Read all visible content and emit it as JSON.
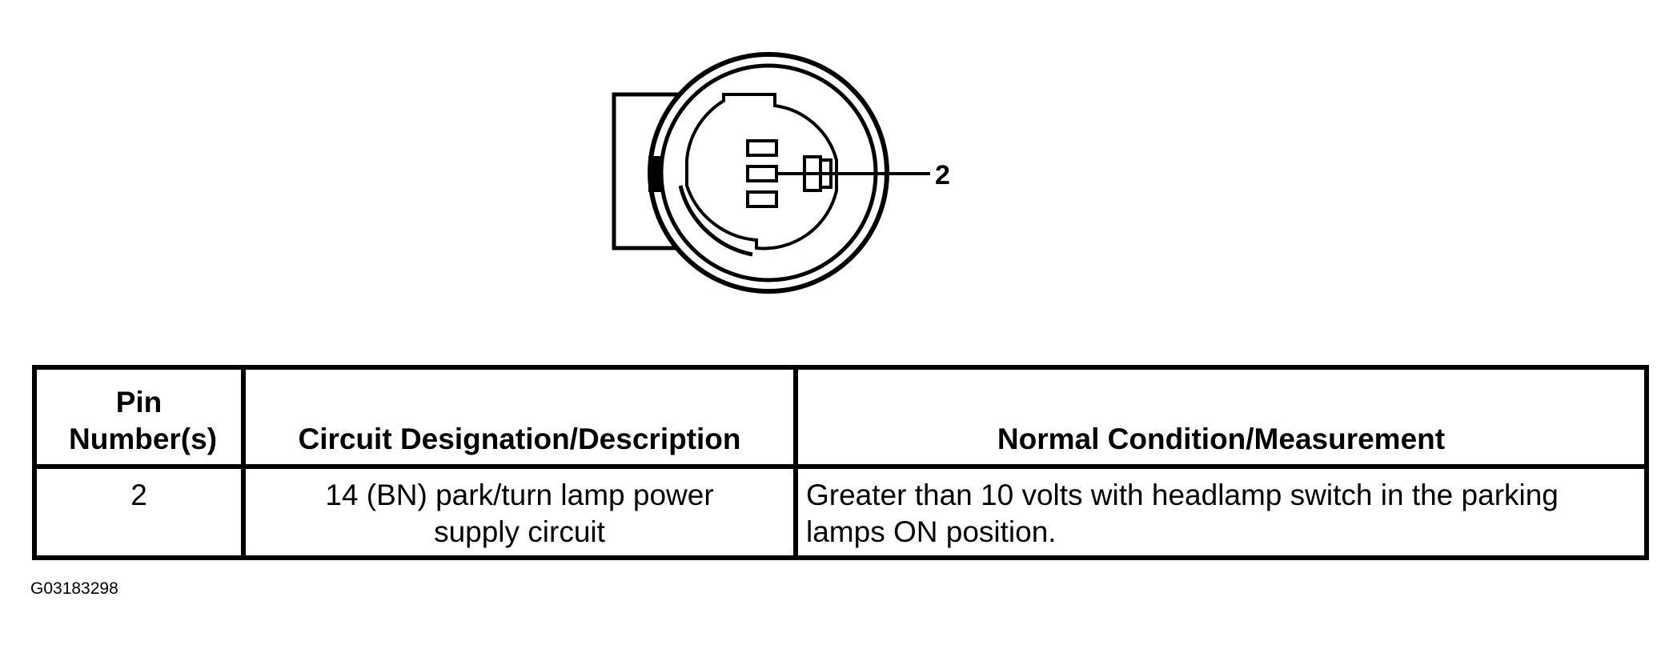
{
  "connector": {
    "callout_label": "2"
  },
  "table": {
    "headers": {
      "pin": "Pin Number(s)",
      "circuit": "Circuit Designation/Description",
      "measurement": "Normal Condition/Measurement"
    },
    "rows": [
      {
        "pin": "2",
        "circuit": "14 (BN) park/turn lamp power supply circuit",
        "measurement": "Greater than 10 volts with headlamp switch in the parking lamps ON position."
      }
    ]
  },
  "figure_id": "G03183298"
}
